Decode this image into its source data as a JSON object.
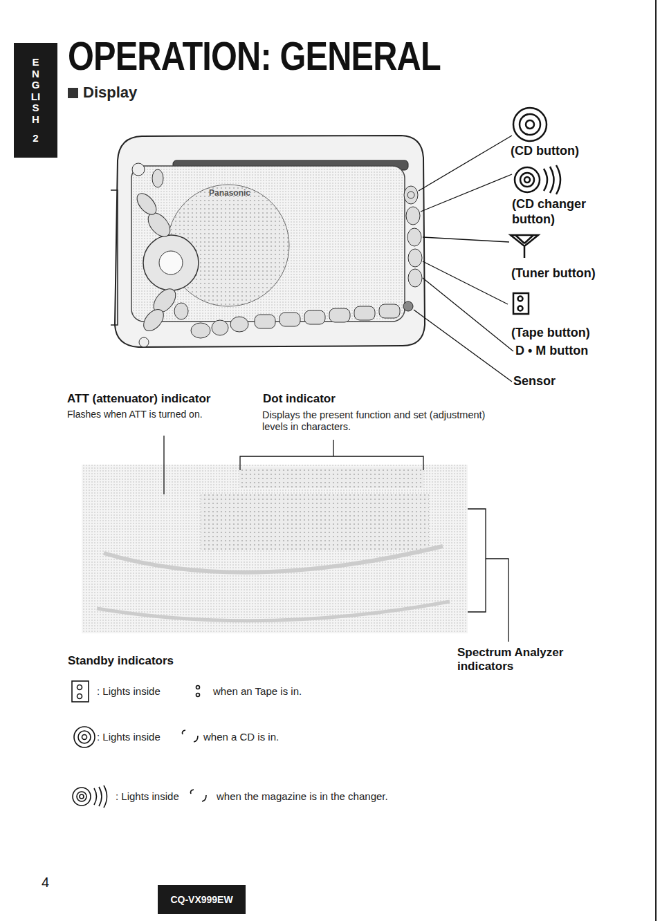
{
  "diagram": {
    "title": "OPERATION: GENERAL",
    "nodes": [
      {
        "text": [
          "ENGLISH",
          "2"
        ]
      },
      {
        "text": [
          "CQ-VX999EW"
        ]
      }
    ],
    "edges": [],
    "labels": [
      "Display",
      "(CD button)",
      "(CD changer button)",
      "(Tuner button)",
      "(Tape button)",
      "D • M button",
      "Sensor",
      "ATT (attenuator) indicator",
      "Flashes when ATT is turned on.",
      "Dot indicator",
      "Displays the present function and set (adjustment) levels in characters.",
      "Standby indicators",
      "Spectrum Analyzer indicators",
      ": Lights inside",
      "when an Tape is in.",
      ": Lights inside",
      "when a CD is in.",
      ": Lights inside",
      "when the magazine is in the changer.",
      "4",
      "Panasonic"
    ]
  }
}
